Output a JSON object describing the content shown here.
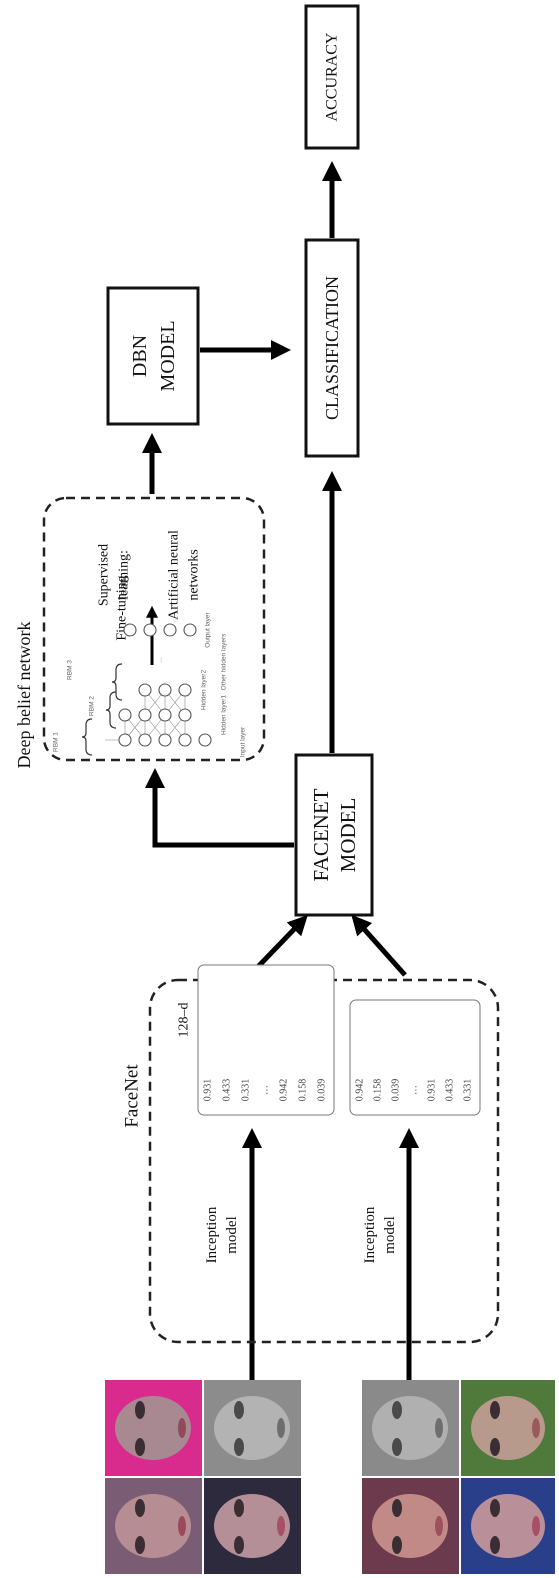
{
  "boxes": {
    "accuracy": "ACCURACY",
    "dbn_model_line1": "DBN",
    "dbn_model_line2": "MODEL",
    "classification": "CLASSIFICATION",
    "facenet_model_line1": "FACENET",
    "facenet_model_line2": "MODEL"
  },
  "dbn_panel": {
    "title": "Deep belief network",
    "fine_tuning": "Fine-tuning",
    "supervised_line1": "Supervised",
    "supervised_line2": "learning:",
    "ann_line1": "Artificial neural",
    "ann_line2": "networks",
    "rbm_labels": [
      "RBM 1",
      "RBM 2",
      "RBM 3"
    ],
    "layer_labels": [
      "Input layer",
      "Hidden layer1",
      "Hidden layer2",
      "Other hidden layers",
      "Output layer"
    ],
    "ellipsis": "..."
  },
  "facenet_panel": {
    "title": "FaceNet",
    "dimension": "128–d",
    "inception_line1": "Inception",
    "inception_line2": "model",
    "vector_top": [
      "0.931",
      "0.433",
      "0.331",
      "…",
      "0.942",
      "0.158",
      "0.039"
    ],
    "vector_bottom": [
      "0.942",
      "0.158",
      "0.039",
      "…",
      "0.931",
      "0.433",
      "0.331"
    ]
  },
  "face_images": {
    "group_top": [
      "face-color-1",
      "face-pink-background",
      "face-color-2",
      "face-grayscale"
    ],
    "group_bottom": [
      "face-grayscale",
      "face-color-3",
      "face-color-4",
      "face-color-5"
    ]
  }
}
